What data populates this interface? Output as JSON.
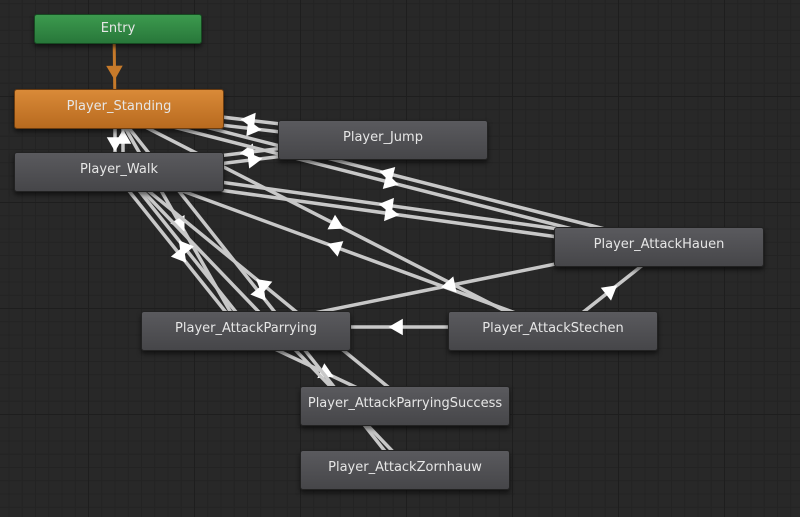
{
  "colors": {
    "background": "#282828",
    "transition": "#c8c8c8",
    "arrow": "#ffffff",
    "entry_transition": "#c77a2a",
    "entry_node": "#2f8a42",
    "default_node": "#c97a2a",
    "state_node": "#4e4e52"
  },
  "states": [
    {
      "id": "entry",
      "label": "Entry",
      "kind": "entry"
    },
    {
      "id": "standing",
      "label": "Player_Standing",
      "kind": "default"
    },
    {
      "id": "walk",
      "label": "Player_Walk",
      "kind": "state"
    },
    {
      "id": "jump",
      "label": "Player_Jump",
      "kind": "state"
    },
    {
      "id": "hauen",
      "label": "Player_AttackHauen",
      "kind": "state"
    },
    {
      "id": "parrying",
      "label": "Player_AttackParrying",
      "kind": "state"
    },
    {
      "id": "stechen",
      "label": "Player_AttackStechen",
      "kind": "state"
    },
    {
      "id": "parrying_success",
      "label": "Player_AttackParryingSuccess",
      "kind": "state"
    },
    {
      "id": "zornhau",
      "label": "Player_AttackZornhauw",
      "kind": "state"
    }
  ],
  "transitions": [
    {
      "from": "entry",
      "to": "standing"
    },
    {
      "from": "standing",
      "to": "walk"
    },
    {
      "from": "walk",
      "to": "standing"
    },
    {
      "from": "standing",
      "to": "jump"
    },
    {
      "from": "jump",
      "to": "standing"
    },
    {
      "from": "walk",
      "to": "jump"
    },
    {
      "from": "jump",
      "to": "walk"
    },
    {
      "from": "standing",
      "to": "hauen"
    },
    {
      "from": "hauen",
      "to": "standing"
    },
    {
      "from": "walk",
      "to": "hauen"
    },
    {
      "from": "hauen",
      "to": "walk"
    },
    {
      "from": "standing",
      "to": "stechen"
    },
    {
      "from": "stechen",
      "to": "walk"
    },
    {
      "from": "standing",
      "to": "parrying"
    },
    {
      "from": "parrying",
      "to": "walk"
    },
    {
      "from": "walk",
      "to": "parrying"
    },
    {
      "from": "stechen",
      "to": "hauen"
    },
    {
      "from": "hauen",
      "to": "parrying"
    },
    {
      "from": "stechen",
      "to": "parrying"
    },
    {
      "from": "parrying",
      "to": "parrying_success"
    },
    {
      "from": "parrying_success",
      "to": "walk"
    },
    {
      "from": "standing",
      "to": "zornhau"
    },
    {
      "from": "zornhau",
      "to": "walk"
    }
  ]
}
